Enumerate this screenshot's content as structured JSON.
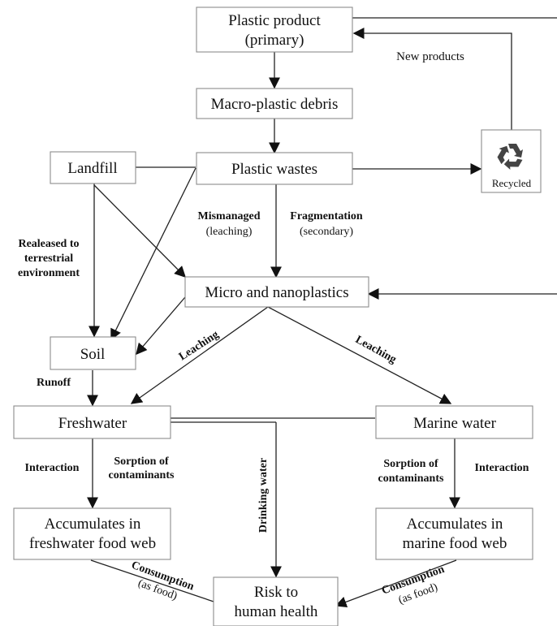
{
  "nodes": {
    "plastic_product": [
      "Plastic product",
      "(primary)"
    ],
    "macro_debris": "Macro-plastic debris",
    "landfill": "Landfill",
    "plastic_wastes": "Plastic wastes",
    "recycled": "Recycled",
    "micro_nano": "Micro and nanoplastics",
    "soil": "Soil",
    "freshwater": "Freshwater",
    "marine_water": "Marine water",
    "fw_food_web": [
      "Accumulates in",
      "freshwater food web"
    ],
    "marine_food_web": [
      "Accumulates in",
      "marine food web"
    ],
    "risk": [
      "Risk to",
      "human health"
    ]
  },
  "labels": {
    "new_products": "New products",
    "mismanaged": "Mismanaged",
    "leaching_paren": "(leaching)",
    "fragmentation": "Fragmentation",
    "secondary_paren": "(secondary)",
    "released": [
      "Realeased to",
      "terrestrial",
      "environment"
    ],
    "runoff": "Runoff",
    "leaching_left": "Leaching",
    "leaching_right": "Leaching",
    "interaction_left": "Interaction",
    "sorption_left": [
      "Sorption of",
      "contaminants"
    ],
    "drinking_water": "Drinking water",
    "sorption_right": [
      "Sorption of",
      "contaminants"
    ],
    "interaction_right": "Interaction",
    "consumption_left": [
      "Consumption",
      "(as food)"
    ],
    "consumption_right": [
      "Consumption",
      "(as food)"
    ]
  },
  "icons": {
    "recycle": "recycle-icon"
  },
  "colors": {
    "line": "#222222",
    "box_border": "#8c8c8c",
    "icon": "#444444"
  }
}
